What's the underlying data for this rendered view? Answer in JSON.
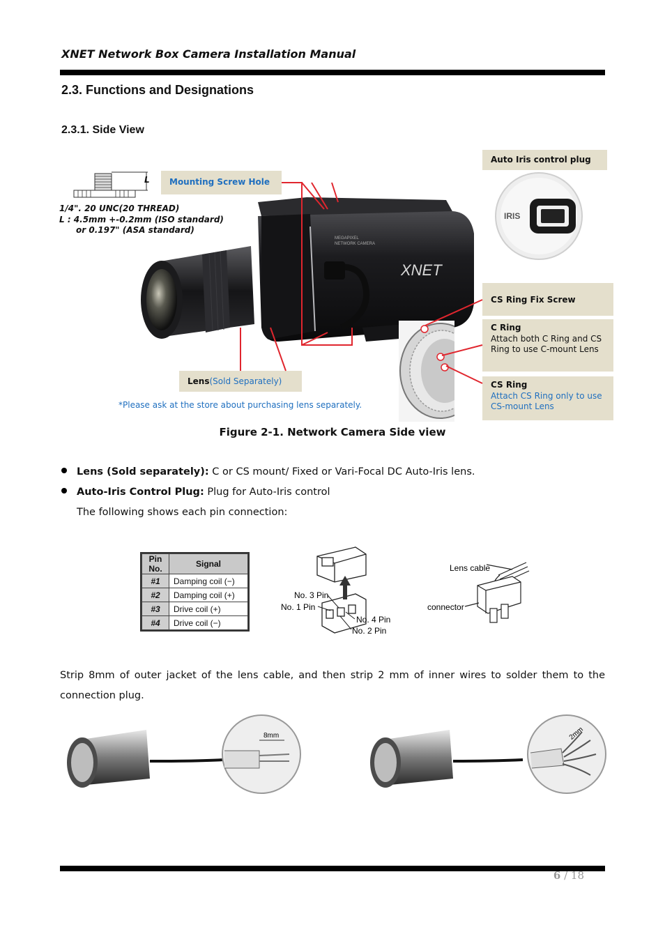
{
  "header": {
    "title": "XNET Network Box Camera Installation Manual"
  },
  "section": {
    "title": "2.3. Functions and Designations"
  },
  "subsection": {
    "title": "2.3.1. Side View"
  },
  "figure": {
    "caption": "Figure 2-1. Network Camera Side view",
    "mounting_label": "Mounting Screw Hole",
    "screw_dim_label": "L",
    "thread_spec": "1/4\". 20 UNC(20 THREAD)",
    "length_iso": "L : 4.5mm +-0.2mm (ISO standard)",
    "length_asa": "or 0.197\" (ASA standard)",
    "auto_iris_label": "Auto Iris control plug",
    "iris_text": "IRIS",
    "cs_fix_label": "CS Ring Fix Screw",
    "c_ring_title": "C Ring",
    "c_ring_desc": "Attach both C Ring and CS Ring to use C-mount Lens",
    "cs_ring_title": "CS Ring",
    "cs_ring_desc": "Attach CS Ring only to use CS-mount Lens",
    "lens_label": "Lens",
    "lens_note": "(Sold Separately)",
    "purchase_note": "*Please ask at the store about purchasing lens separately.",
    "body_text_1": "MEGAPIXEL",
    "body_text_2": "NETWORK CAMERA",
    "brand_text": "XNET",
    "colors": {
      "callout_bg": "#e4dfcc",
      "accent_blue": "#1f6fbf",
      "pointer_red": "#e0262e"
    }
  },
  "bullets": [
    {
      "label": "Lens (Sold separately):",
      "text": " C or CS mount/ Fixed or Vari-Focal DC Auto-Iris lens."
    },
    {
      "label": "Auto-Iris Control Plug:",
      "text": " Plug for Auto-Iris control"
    }
  ],
  "pin_intro": "The following shows each pin connection:",
  "pin_table": {
    "headers": [
      "Pin No.",
      "Signal"
    ],
    "rows": [
      {
        "pin": "#1",
        "signal": "Damping coil (−)"
      },
      {
        "pin": "#2",
        "signal": "Damping coil (+)"
      },
      {
        "pin": "#3",
        "signal": "Drive coil (+)"
      },
      {
        "pin": "#4",
        "signal": "Drive coil (−)"
      }
    ]
  },
  "pin_diagram": {
    "pin3": "No. 3 Pin",
    "pin1": "No. 1 Pin",
    "pin4": "No. 4 Pin",
    "pin2": "No. 2 Pin"
  },
  "cable_diagram": {
    "cable": "Lens cable",
    "connector": "connector"
  },
  "strip_text": "Strip 8mm of outer jacket of the lens cable, and then strip 2 mm of inner wires to solder them to the connection plug.",
  "strip_figures": {
    "outer": "8mm",
    "inner": "2mm"
  },
  "footer": {
    "page": "6",
    "separator": " / ",
    "total": "18"
  }
}
